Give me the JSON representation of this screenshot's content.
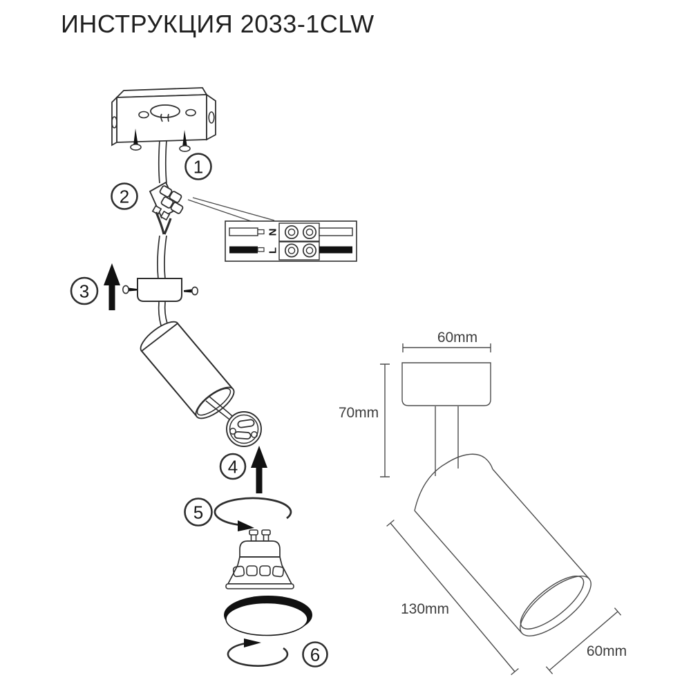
{
  "title": "ИНСТРУКЦИЯ 2033-1CLW",
  "steps": [
    "1",
    "2",
    "3",
    "4",
    "5",
    "6"
  ],
  "wiring": {
    "neutral_label": "N",
    "live_label": "L"
  },
  "dimensions": {
    "canopy_width": "60mm",
    "fixture_height": "70mm",
    "body_length": "130mm",
    "body_diameter": "60mm"
  },
  "colors": {
    "line": "#2e2e2e",
    "thin_line": "#4b4b4b",
    "black_fill": "#111111",
    "background": "#ffffff"
  }
}
